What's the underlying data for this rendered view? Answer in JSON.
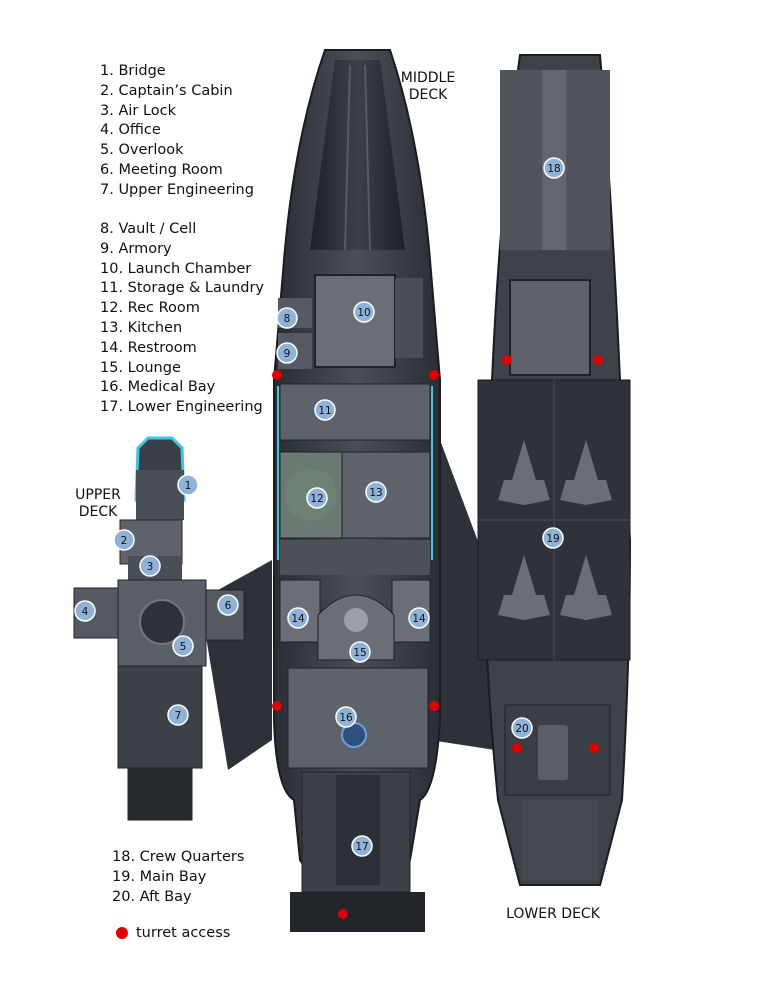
{
  "legend": {
    "group1": [
      "1. Bridge",
      "2. Captain’s Cabin",
      "3. Air Lock",
      "4. Office",
      "5. Overlook",
      "6. Meeting Room",
      "7. Upper Engineering"
    ],
    "group2": [
      "8. Vault / Cell",
      "9. Armory",
      "10. Launch Chamber",
      "11. Storage & Laundry",
      "12. Rec Room",
      "13. Kitchen",
      "14. Restroom",
      "15. Lounge",
      "16. Medical Bay",
      "17. Lower Engineering"
    ],
    "group3": [
      "18. Crew Quarters",
      "19. Main Bay",
      "20. Aft Bay"
    ],
    "turret": "turret access"
  },
  "decks": {
    "upper_line1": "UPPER",
    "upper_line2": "DECK",
    "middle_line1": "MIDDLE",
    "middle_line2": "DECK",
    "lower": "LOWER DECK"
  },
  "markers": [
    "1",
    "2",
    "3",
    "4",
    "5",
    "6",
    "7",
    "8",
    "9",
    "10",
    "11",
    "12",
    "13",
    "14",
    "14",
    "15",
    "16",
    "17",
    "18",
    "19",
    "20"
  ],
  "colors": {
    "turret": "#e00000",
    "hull": "#3a3e46",
    "floor": "#5a5f67",
    "marker": "#8fb3d8",
    "accent": "#3ec6e0"
  }
}
